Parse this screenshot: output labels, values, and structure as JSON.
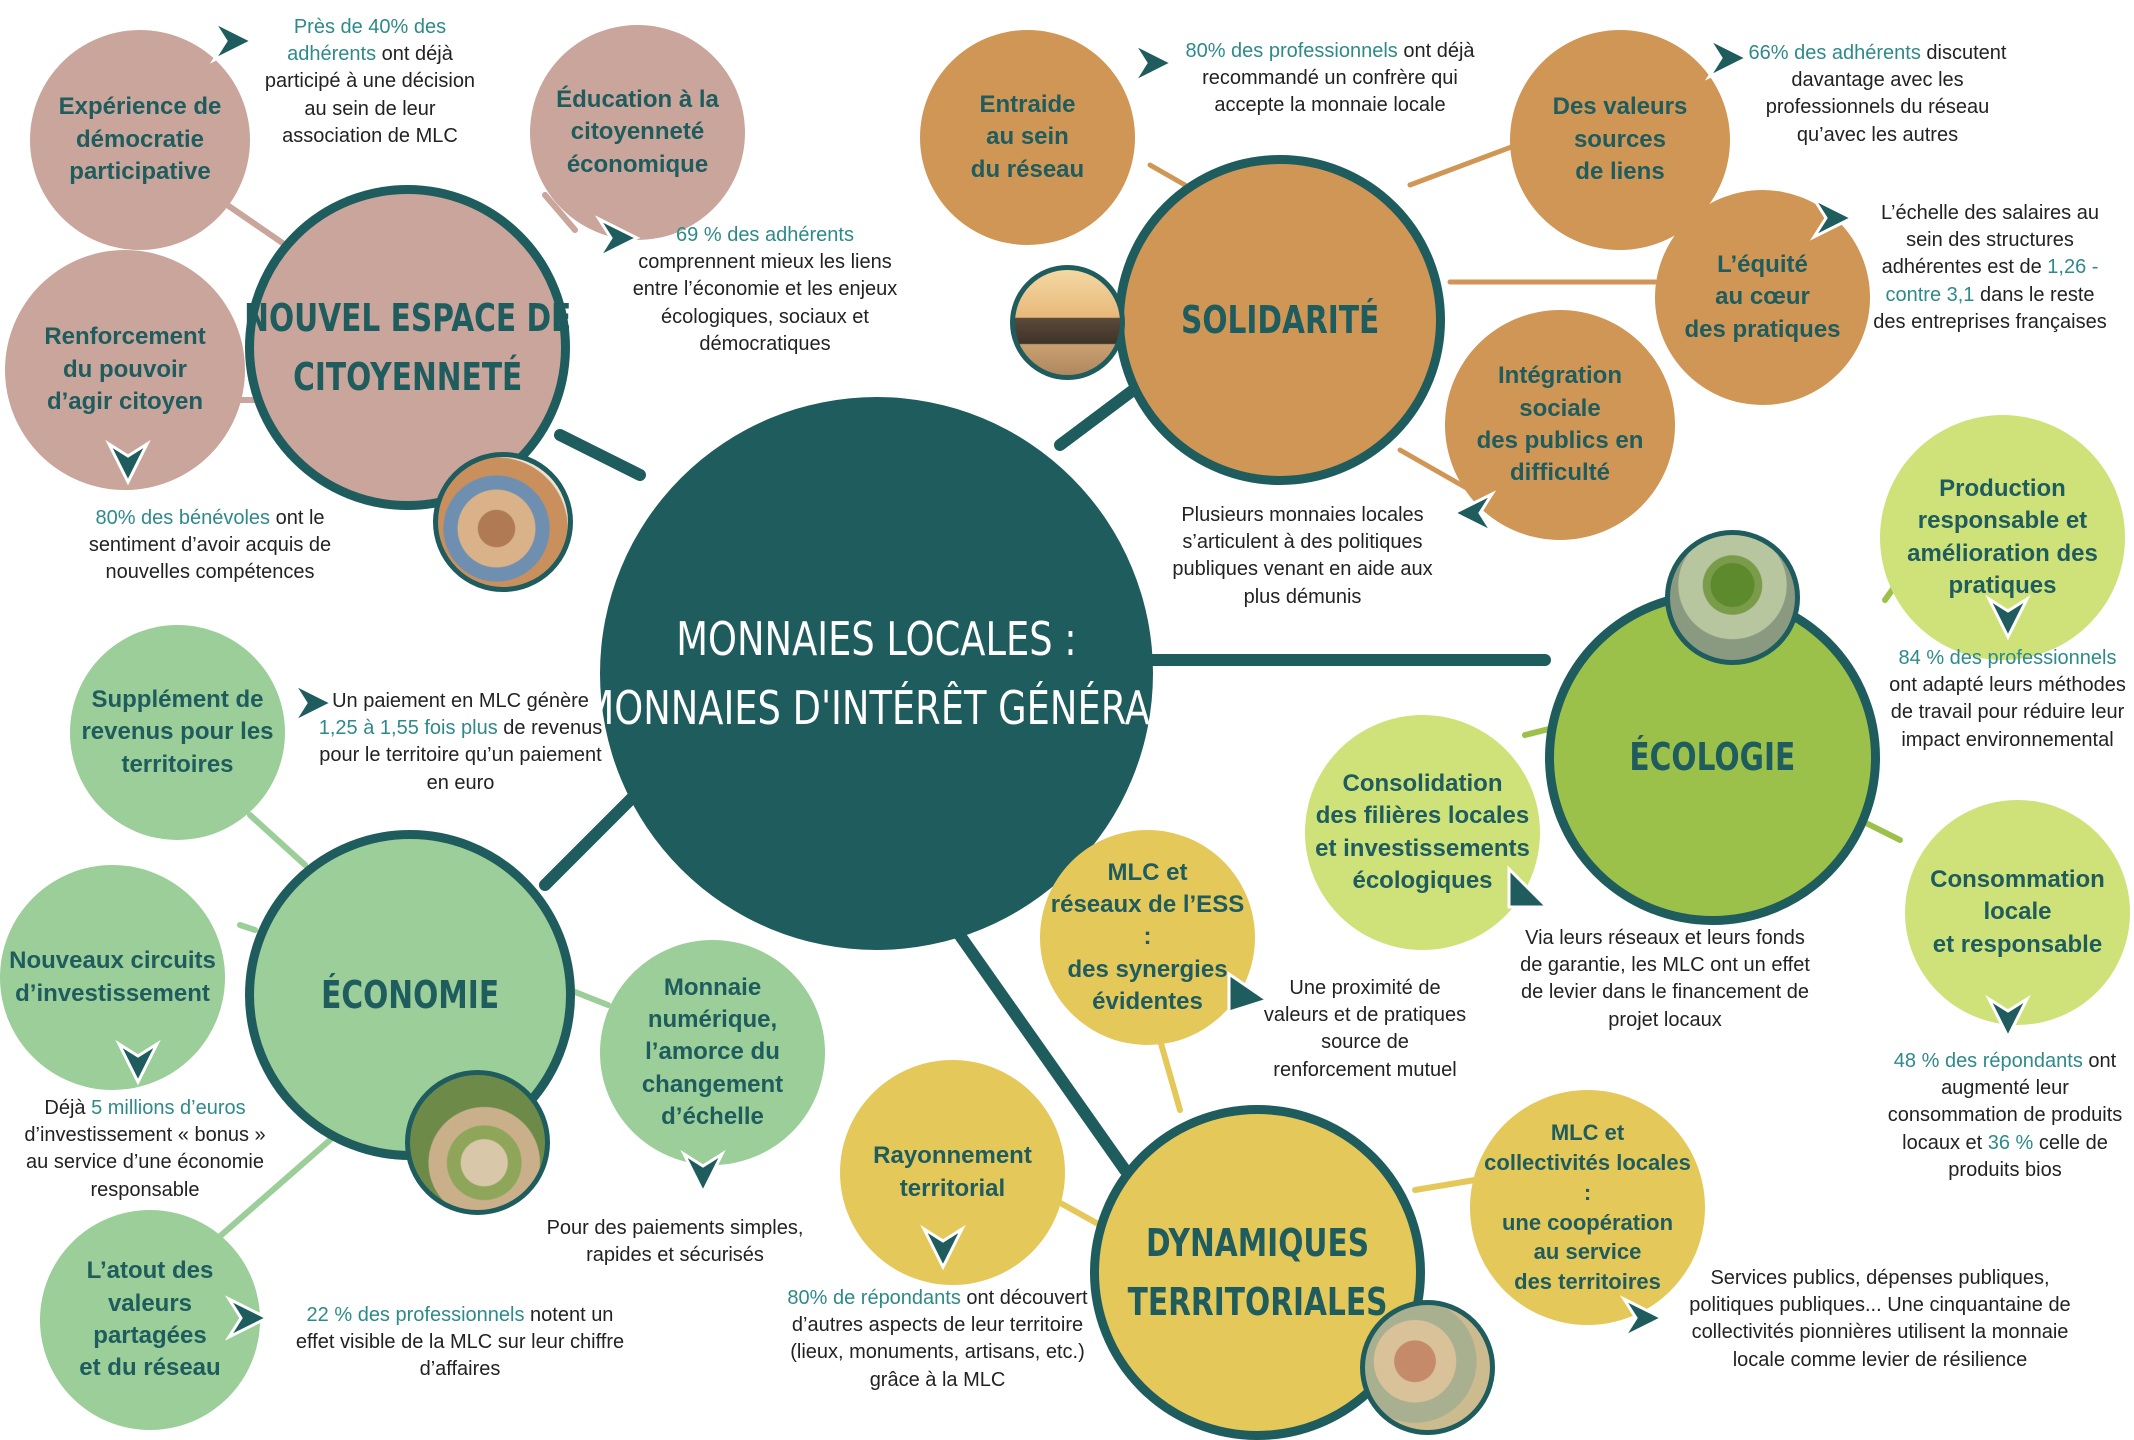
{
  "center": {
    "line1": "MONNAIES LOCALES :",
    "line2": "MONNAIES D'INTÉRÊT GÉNÉRAL"
  },
  "themes": {
    "citoyennete": {
      "line1": "NOUVEL ESPACE DE",
      "line2": "CITOYENNETÉ"
    },
    "solidarite": {
      "label": "SOLIDARITÉ"
    },
    "ecologie": {
      "label": "ÉCOLOGIE"
    },
    "economie": {
      "label": "ÉCONOMIE"
    },
    "dynamiques": {
      "line1": "DYNAMIQUES",
      "line2": "TERRITORIALES"
    }
  },
  "subs": {
    "experience": [
      "Expérience de",
      "démocratie",
      "participative"
    ],
    "education": [
      "Éducation à la",
      "citoyenneté",
      "économique"
    ],
    "renforcement": [
      "Renforcement",
      "du pouvoir",
      "d’agir citoyen"
    ],
    "entraide": [
      "Entraide",
      "au sein",
      "du réseau"
    ],
    "valeurs": [
      "Des valeurs",
      "sources",
      "de liens"
    ],
    "equite": [
      "L’équité",
      "au cœur",
      "des pratiques"
    ],
    "integration": [
      "Intégration",
      "sociale",
      "des publics en",
      "difficulté"
    ],
    "production": [
      "Production",
      "responsable et",
      "amélioration des",
      "pratiques"
    ],
    "consolidation": [
      "Consolidation",
      "des filières locales",
      "et investissements",
      "écologiques"
    ],
    "consommation": [
      "Consommation",
      "locale",
      "et responsable"
    ],
    "supplement": [
      "Supplément de",
      "revenus pour les",
      "territoires"
    ],
    "circuits": [
      "Nouveaux circuits",
      "d’investissement"
    ],
    "monnaie_num": [
      "Monnaie",
      "numérique,",
      "l’amorce du",
      "changement",
      "d’échelle"
    ],
    "atout": [
      "L’atout des",
      "valeurs",
      "partagées",
      "et du réseau"
    ],
    "ess": [
      "MLC et",
      "réseaux de l’ESS :",
      "des synergies",
      "évidentes"
    ],
    "rayonnement": [
      "Rayonnement",
      "territorial"
    ],
    "collectivites": [
      "MLC et",
      "collectivités locales :",
      "une coopération",
      "au service",
      "des territoires"
    ]
  },
  "notes": {
    "n_experience": {
      "hl": "Près de 40% des adhérents",
      "rest": " ont déjà participé à une décision au sein de leur association de MLC"
    },
    "n_education": {
      "hl": "69 % des adhérents",
      "rest": " comprennent mieux les liens entre l’économie et les enjeux écologiques, sociaux et démocratiques"
    },
    "n_renforcement": {
      "hl": "80% des bénévoles",
      "rest": " ont le sentiment d’avoir acquis de nouvelles compétences"
    },
    "n_entraide": {
      "hl": "80% des professionnels",
      "rest": " ont déjà recommandé un confrère qui accepte la monnaie locale"
    },
    "n_valeurs": {
      "hl": "66% des adhérents",
      "rest": " discutent davantage avec les professionnels du réseau qu’avec les autres"
    },
    "n_equite": {
      "pre": "L’échelle des salaires au sein des structures adhérentes est de ",
      "hl": "1,26 - contre 3,1",
      "rest": " dans le reste des entreprises françaises"
    },
    "n_integration": {
      "text": "Plusieurs monnaies locales s’articulent à des politiques publiques venant en aide aux plus démunis"
    },
    "n_production": {
      "hl": "84 % des professionnels",
      "rest": " ont adapté leurs méthodes de travail pour réduire leur impact environnemental"
    },
    "n_consolidation": {
      "text": "Via leurs réseaux et leurs fonds de garantie, les MLC ont un effet de levier dans le financement de projet locaux"
    },
    "n_consommation": {
      "hl": "48 % des répondants",
      "mid": " ont augmenté leur consommation de produits locaux et ",
      "hl2": "36 %",
      "rest": " celle de produits bios"
    },
    "n_supplement": {
      "pre": "Un paiement en MLC génère ",
      "hl": "1,25 à 1,55 fois plus",
      "rest": " de revenus pour le territoire qu’un paiement en euro"
    },
    "n_circuits": {
      "pre": "Déjà ",
      "hl": "5 millions d’euros",
      "rest": " d’investissement « bonus » au service d’une économie responsable"
    },
    "n_monnaie_num": {
      "text": "Pour des paiements simples, rapides et sécurisés"
    },
    "n_atout": {
      "hl": "22 % des professionnels",
      "rest": " notent un effet visible de la MLC sur leur chiffre d’affaires"
    },
    "n_ess": {
      "text": "Une proximité de valeurs et de pratiques source de renforcement mutuel"
    },
    "n_rayonnement": {
      "hl": "80% de répondants",
      "rest": " ont découvert d’autres aspects de leur territoire (lieux, monuments, artisans, etc.) grâce à la MLC"
    },
    "n_collectivites": {
      "text": "Services publics, dépenses publiques, politiques publiques... Une cinquantaine de collectivités pionnières utilisent la monnaie locale comme levier de résilience"
    }
  },
  "colors": {
    "center": "#1f5c5e",
    "citoyennete": "#c9a59b",
    "solidarite": "#d09655",
    "ecologie": "#9cc14a",
    "ecologie_light": "#cfe27a",
    "economie": "#9bce98",
    "dynamiques": "#e5c85a",
    "text_dark": "#1f5c5e",
    "highlight": "#2e8a8a"
  },
  "icons": [
    "arrow-chevron-icon",
    "photo-hands-icon",
    "photo-friends-icon",
    "photo-tree-icon",
    "photo-coins-icon",
    "photo-map-icon"
  ]
}
